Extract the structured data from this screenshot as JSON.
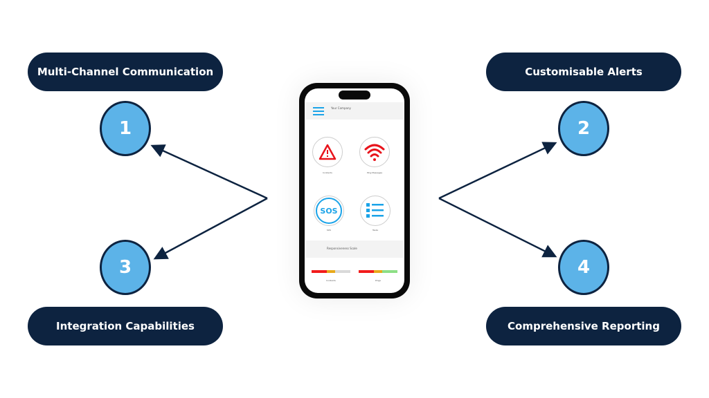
{
  "features": [
    {
      "number": "1",
      "label": "Multi-Channel Communication"
    },
    {
      "number": "2",
      "label": "Customisable Alerts"
    },
    {
      "number": "3",
      "label": "Integration Capabilities"
    },
    {
      "number": "4",
      "label": "Comprehensive Reporting"
    }
  ],
  "phone": {
    "company": "Your Company",
    "tiles": [
      {
        "label": "Incidents",
        "icon": "warning-icon"
      },
      {
        "label": "Ping Messages",
        "icon": "wifi-icon"
      },
      {
        "label": "SOS",
        "icon": "sos-icon",
        "text": "SOS"
      },
      {
        "label": "Tasks",
        "icon": "list-icon"
      }
    ],
    "responsiveness_title": "Responsiveness Scale",
    "scales": [
      {
        "label": "Incidents"
      },
      {
        "label": "Pings"
      }
    ]
  },
  "colors": {
    "pill": "#0d2340",
    "circle": "#5cb3e8",
    "alert": "#e8131b",
    "accent": "#1aa3e8"
  }
}
